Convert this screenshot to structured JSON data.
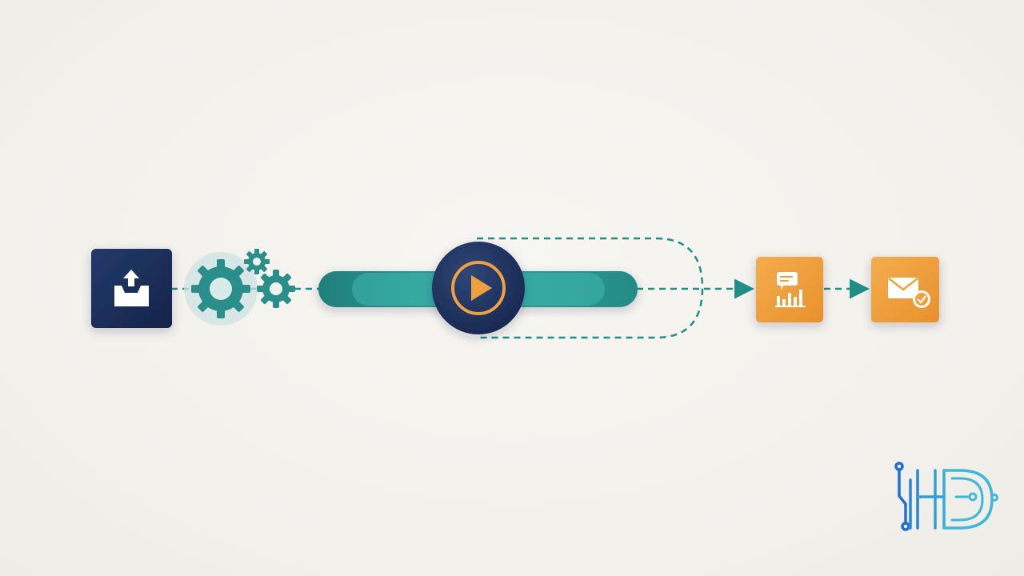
{
  "diagram": {
    "nodes": [
      {
        "id": "upload",
        "icon": "inbox-upload-icon",
        "color": "#1c2f57"
      },
      {
        "id": "process",
        "icon": "gears-icon",
        "color": "#2a8f8a"
      },
      {
        "id": "run",
        "icon": "play-icon",
        "color": "#22345e",
        "accent": "#f0a13c"
      },
      {
        "id": "report",
        "icon": "chart-report-icon",
        "color": "#f0a13c"
      },
      {
        "id": "notify",
        "icon": "email-check-icon",
        "color": "#f0a13c"
      }
    ],
    "progress_track_color": "#2f9c95",
    "connector_color": "#1f8f86"
  },
  "logo": {
    "text": "HD",
    "icon": "hd-circuit-logo",
    "colors": [
      "#1f6fd6",
      "#3cb8d8"
    ]
  }
}
